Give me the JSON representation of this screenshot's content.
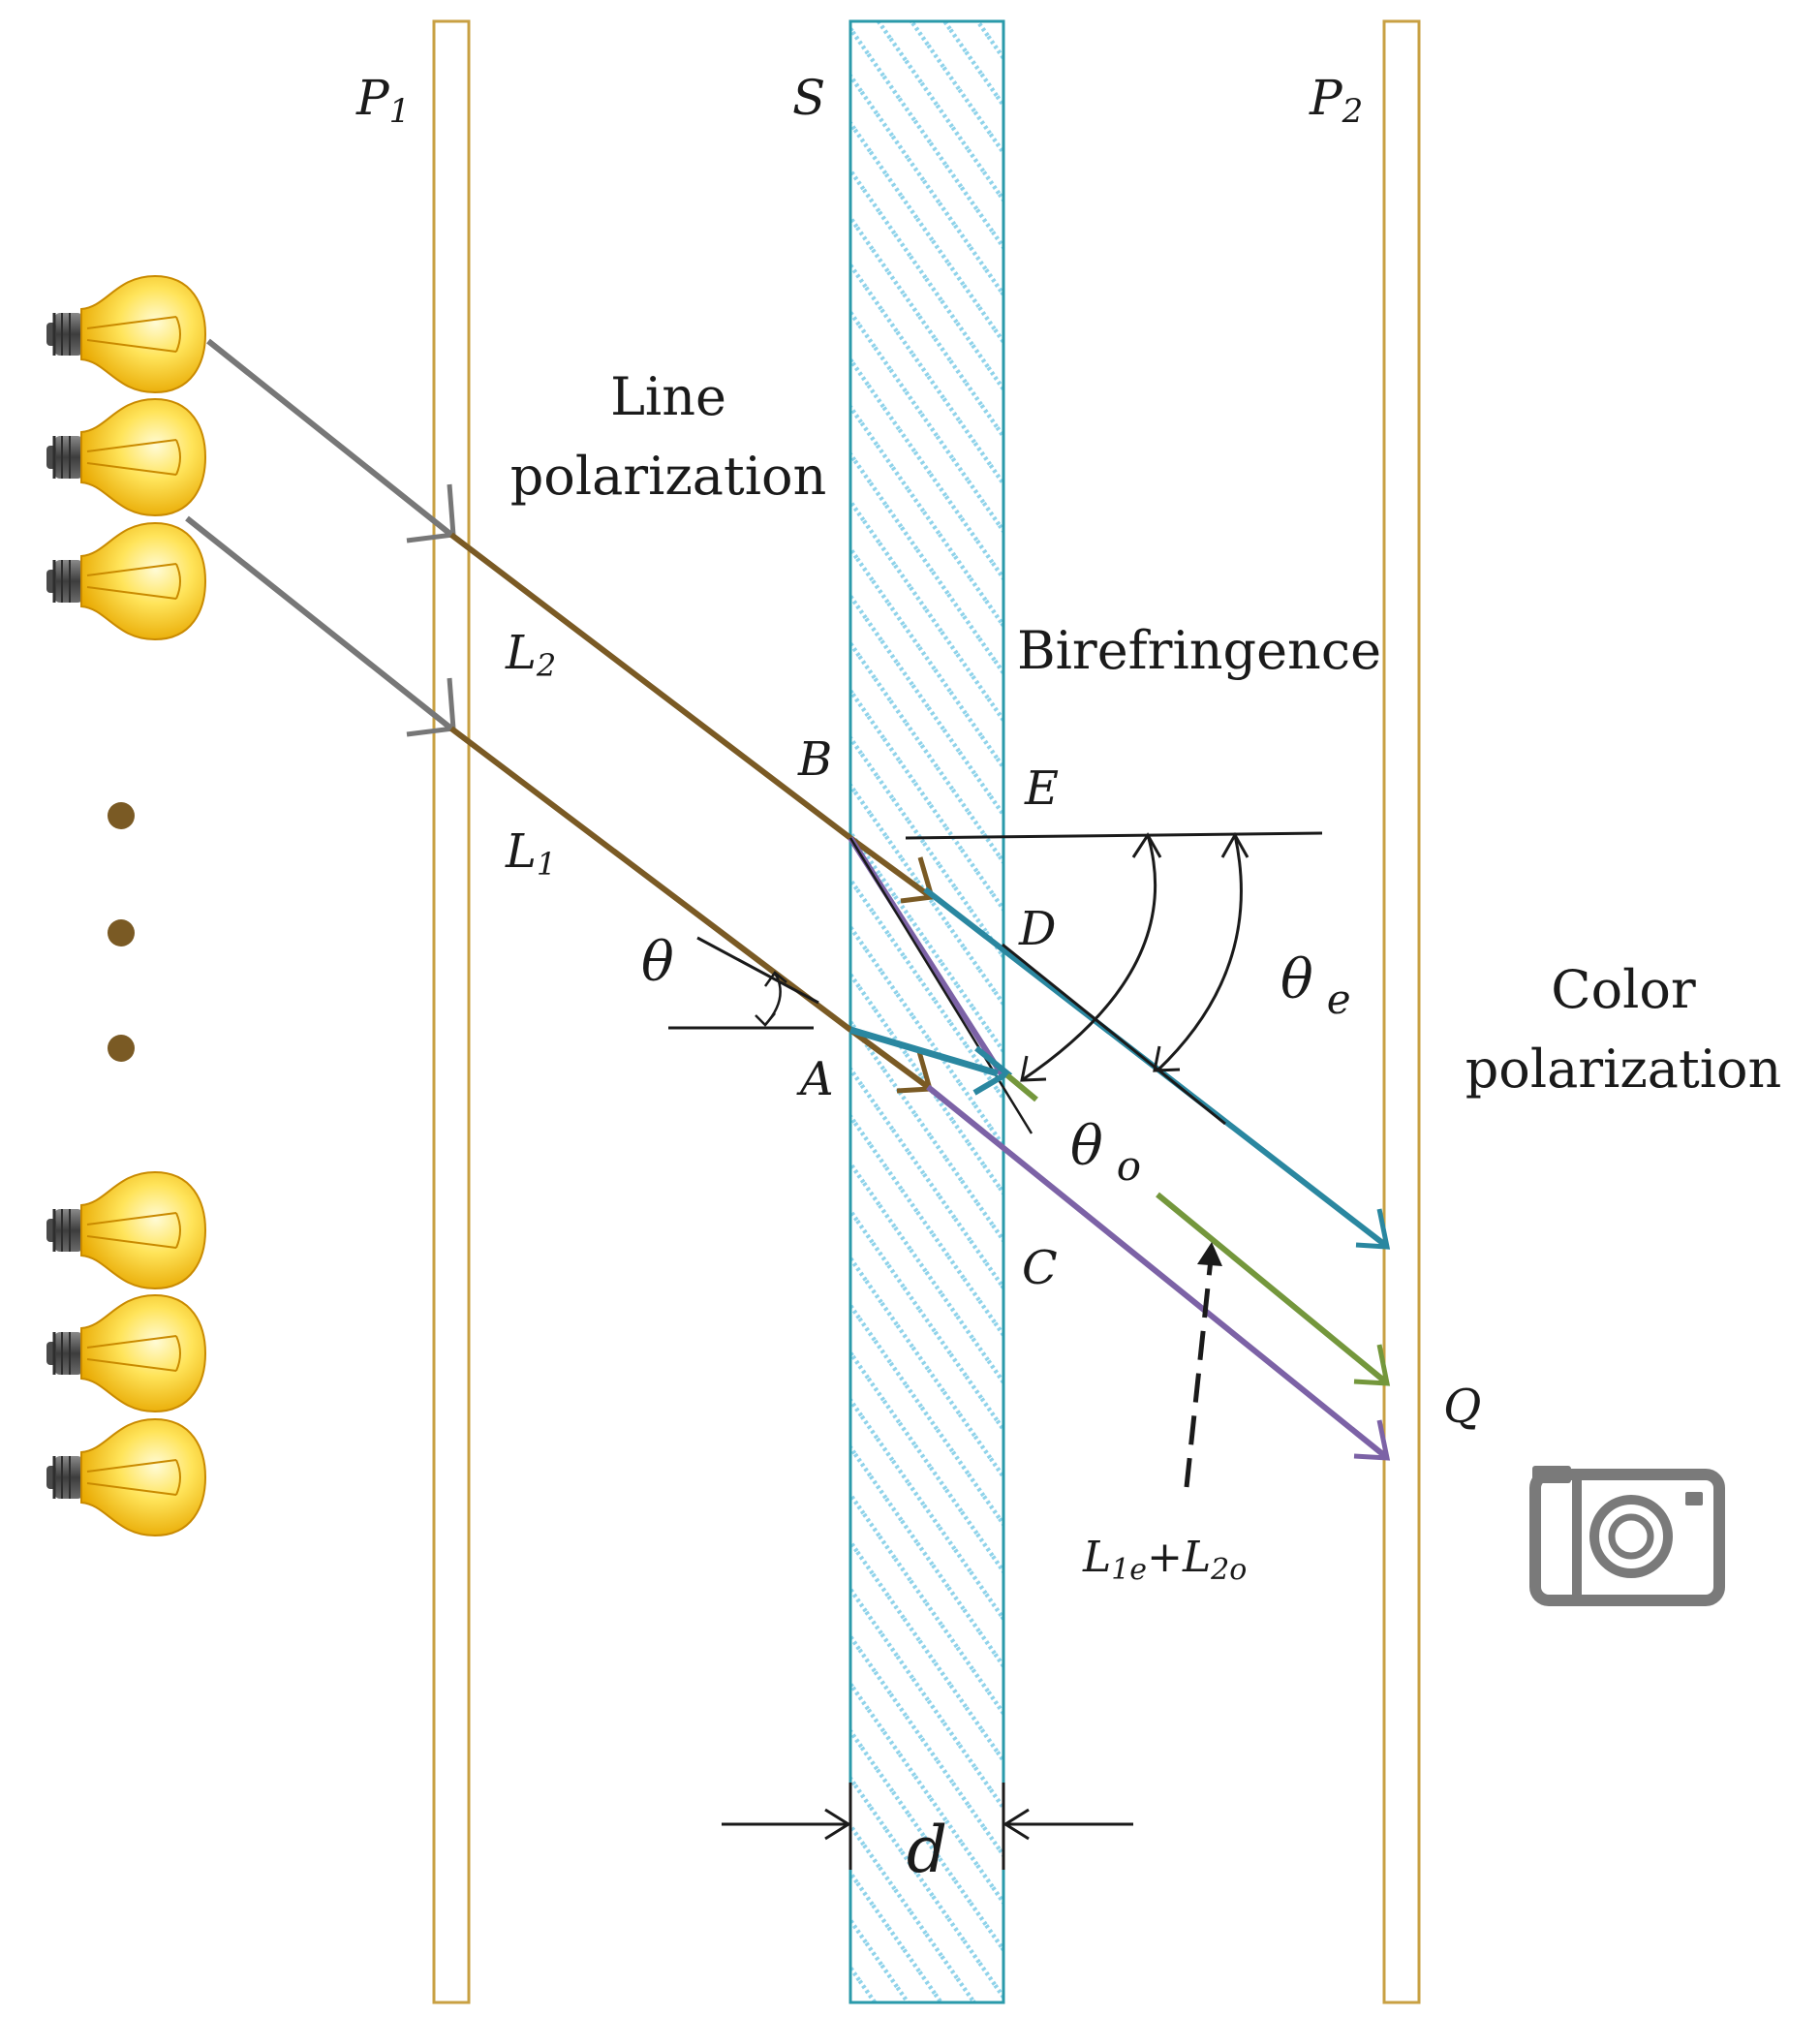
{
  "labels": {
    "p1": "P",
    "p1_sub": "1",
    "s": "S",
    "p2": "P",
    "p2_sub": "2",
    "line_polarization_1": "Line",
    "line_polarization_2": "polarization",
    "birefringence": "Birefringence",
    "l2": "L",
    "l2_sub": "2",
    "l1": "L",
    "l1_sub": "1",
    "b": "B",
    "e": "E",
    "d_point": "D",
    "a": "A",
    "c": "C",
    "q": "Q",
    "theta": "θ",
    "theta_e": "θ",
    "theta_e_sub": "e",
    "theta_o": "θ",
    "theta_o_sub": "o",
    "color_polarization_1": "Color",
    "color_polarization_2": "polarization",
    "combo_l": "L",
    "combo_sub1": "1e",
    "combo_plus": "+",
    "combo_l2": "L",
    "combo_sub2": "2o",
    "thickness": "d"
  },
  "colors": {
    "polarizer": "#c8a043",
    "plate": "#2a9aaa",
    "plate_hatch": "#8fd3ea",
    "incident_ray": "#777777",
    "polarized_ray": "#7a5a24",
    "e_ray": "#2a87a0",
    "o_ray": "#7c62a6",
    "combined_ray": "#74973c",
    "bulb_glass": "#f7c81e",
    "bulb_base": "#5f5f5f",
    "camera": "#7a7a7a",
    "dots": "#7a5a24"
  },
  "icons": [
    "light-bulb-icon",
    "camera-icon"
  ]
}
